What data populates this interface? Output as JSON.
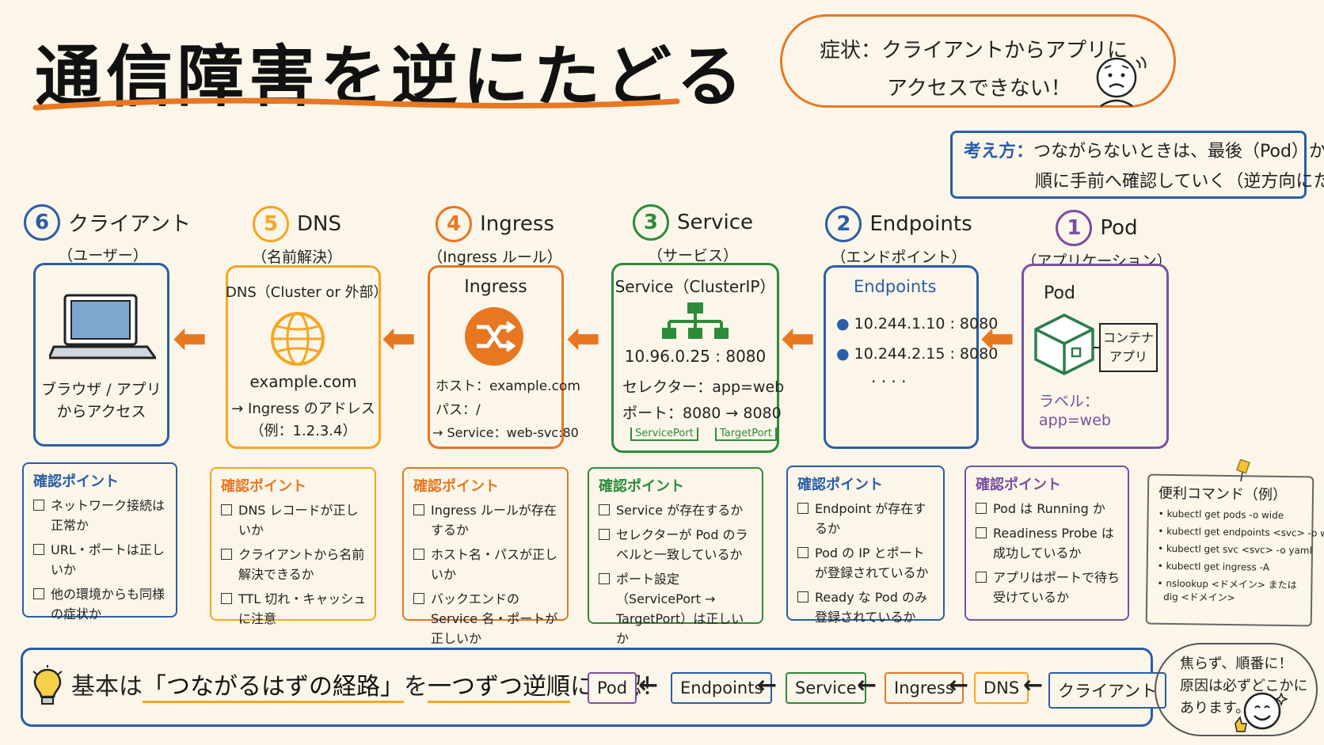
{
  "title": "通信障害を逆にたどる",
  "symptom": {
    "line1": "症状：クライアントからアプリに",
    "line2": "アクセスできない！"
  },
  "thinking": {
    "label": "考え方：",
    "line1": "つながらないときは、最後（Pod）から",
    "line2": "順に手前へ確認していく（逆方向にたどる）"
  },
  "steps": [
    {
      "num": "6",
      "name": "クライアント",
      "sub": "（ユーザー）",
      "color": "#2a5ea8"
    },
    {
      "num": "5",
      "name": "DNS",
      "sub": "（名前解決）",
      "color": "#f5a623"
    },
    {
      "num": "4",
      "name": "Ingress",
      "sub": "（Ingress ルール）",
      "color": "#e87722"
    },
    {
      "num": "3",
      "name": "Service",
      "sub": "（サービス）",
      "color": "#2e8b3a"
    },
    {
      "num": "2",
      "name": "Endpoints",
      "sub": "（エンドポイント）",
      "color": "#2a5ea8"
    },
    {
      "num": "1",
      "name": "Pod",
      "sub": "（アプリケーション）",
      "color": "#7b4fa0"
    }
  ],
  "client_box": {
    "line1": "ブラウザ / アプリ",
    "line2": "からアクセス"
  },
  "dns_box": {
    "title": "DNS（Cluster or 外部）",
    "domain": "example.com",
    "arrow_line": "→ Ingress のアドレス",
    "example": "（例：1.2.3.4）"
  },
  "ingress_box": {
    "title": "Ingress",
    "host": "ホスト：example.com",
    "path": "パス：/",
    "service": "→ Service：web-svc:80"
  },
  "service_box": {
    "title": "Service（ClusterIP）",
    "ip": "10.96.0.25 : 8080",
    "selector": "セレクター：app=web",
    "port": "ポート：8080 → 8080",
    "port_tag1": "ServicePort",
    "port_tag2": "TargetPort"
  },
  "endpoints_box": {
    "title": "Endpoints",
    "ip1": "10.244.1.10 : 8080",
    "ip2": "10.244.2.15 : 8080",
    "more": "· · · ·"
  },
  "pod_box": {
    "title": "Pod",
    "container1": "コンテナ",
    "container2": "アプリ",
    "label_title": "ラベル：",
    "label_value": "app=web"
  },
  "checks": [
    {
      "title": "確認ポイント",
      "color": "#2a5ea8",
      "items": [
        "ネットワーク接続は正常か",
        "URL・ポートは正しいか",
        "他の環境からも同様の症状か"
      ]
    },
    {
      "title": "確認ポイント",
      "color": "#f5a623",
      "items": [
        "DNS レコードが正しいか",
        "クライアントから名前解決できるか",
        "TTL 切れ・キャッシュに注意"
      ]
    },
    {
      "title": "確認ポイント",
      "color": "#e87722",
      "items": [
        "Ingress ルールが存在するか",
        "ホスト名・パスが正しいか",
        "バックエンドの Service 名・ポートが正しいか"
      ]
    },
    {
      "title": "確認ポイント",
      "color": "#2e8b3a",
      "items": [
        "Service が存在するか",
        "セレクターが Pod のラベルと一致しているか",
        "ポート設定（ServicePort → TargetPort）は正しいか"
      ]
    },
    {
      "title": "確認ポイント",
      "color": "#2a5ea8",
      "items": [
        "Endpoint が存在するか",
        "Pod の IP とポートが登録されているか",
        "Ready な Pod のみ登録されているか"
      ]
    },
    {
      "title": "確認ポイント",
      "color": "#7b4fa0",
      "items": [
        "Pod は Running か",
        "Readiness Probe は成功しているか",
        "アプリはポートで待ち受けているか"
      ]
    }
  ],
  "commands": {
    "title": "便利コマンド（例）",
    "items": [
      "• kubectl get pods -o wide",
      "• kubectl get endpoints <svc> -o wide",
      "• kubectl get svc <svc> -o yaml",
      "• kubectl get ingress -A",
      "• nslookup <ドメイン> または",
      "  dig <ドメイン>"
    ]
  },
  "bottom": {
    "prefix": "基本は",
    "highlight": "「つながるはずの経路」",
    "mid": "を",
    "highlight2": "一つずつ逆順",
    "suffix": "に確認！",
    "flow": [
      "Pod",
      "Endpoints",
      "Service",
      "Ingress",
      "DNS",
      "クライアント"
    ],
    "flow_arrow": "←"
  },
  "cheer": {
    "line1": "焦らず、順番に！",
    "line2": "原因は必ずどこかに",
    "line3": "あります。"
  },
  "left_arrow": "⬅"
}
